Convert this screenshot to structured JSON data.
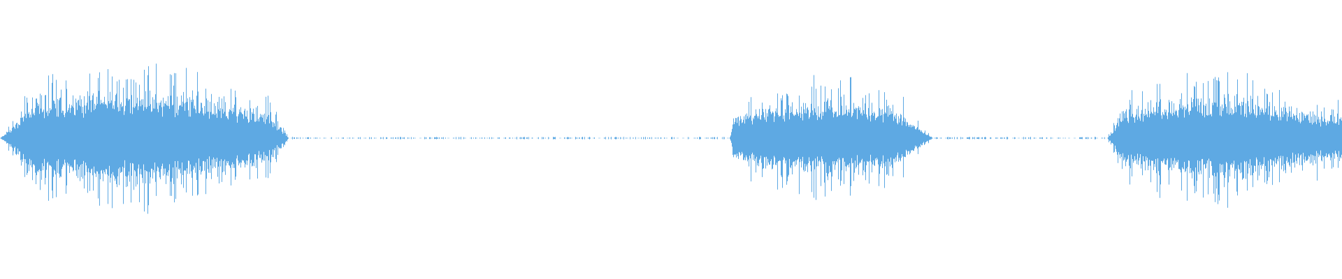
{
  "waveform": {
    "color": "#5ea9e3",
    "background": "#ffffff",
    "segments": [
      {
        "name": "burst-1",
        "start": 0.0,
        "end": 0.215,
        "peak": 0.52,
        "attack": 0.02,
        "release": 0.015
      },
      {
        "name": "silence-1",
        "start": 0.215,
        "end": 0.544,
        "peak": 0.0,
        "attack": 0.0,
        "release": 0.0
      },
      {
        "name": "burst-2",
        "start": 0.544,
        "end": 0.695,
        "peak": 0.42,
        "attack": 0.002,
        "release": 0.02
      },
      {
        "name": "silence-2",
        "start": 0.695,
        "end": 0.825,
        "peak": 0.0,
        "attack": 0.0,
        "release": 0.0
      },
      {
        "name": "burst-3",
        "start": 0.825,
        "end": 1.0,
        "peak": 0.47,
        "attack": 0.01,
        "release": 0.0
      }
    ]
  }
}
